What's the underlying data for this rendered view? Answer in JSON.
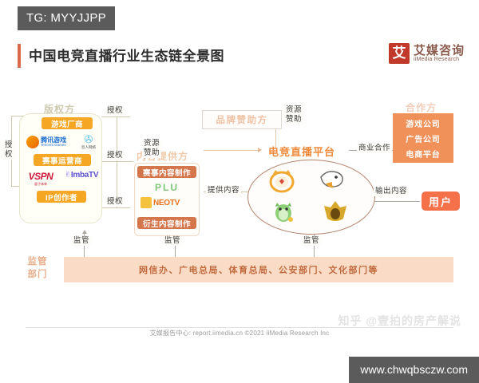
{
  "tag": {
    "label": "TG: MYYJJPP"
  },
  "header": {
    "title": "中国电竞直播行业生态链全景图",
    "brand_mark": "艾",
    "brand_cn": "艾媒咨询",
    "brand_en": "iiMedia Research",
    "accent_color": "#d96a4a"
  },
  "groups": {
    "copyright": {
      "title": "版权方",
      "items": [
        {
          "label": "游戏厂商"
        },
        {
          "label": "赛事运营商"
        },
        {
          "label": "IP创作者"
        }
      ],
      "logos": [
        {
          "name": "tencent-games-logo",
          "text": "腾讯游戏",
          "sub": "Tencent Games"
        },
        {
          "name": "giant-network-logo",
          "text": "巨人网络"
        },
        {
          "name": "vspn-logo",
          "text": "VSPN"
        },
        {
          "name": "imbatv-logo",
          "text": "ImbaTV"
        }
      ]
    },
    "content_provider": {
      "title": "内容提供方",
      "items": [
        {
          "label": "赛事内容制作"
        },
        {
          "label": "衍生内容制作"
        }
      ],
      "logos": [
        {
          "name": "plu-logo",
          "text": "PLU"
        },
        {
          "name": "neotv-logo",
          "text": "NEOTV"
        }
      ]
    },
    "brand_sponsor": {
      "title": "品牌赞助方"
    },
    "platform": {
      "title": "电竞直播平台",
      "logos": [
        {
          "name": "huya-logo",
          "text": "虎牙"
        },
        {
          "name": "douyu-logo",
          "text": "斗鱼"
        },
        {
          "name": "penguin-esports-logo",
          "text": "企鹅电竞"
        },
        {
          "name": "crown-platform-logo",
          "text": "王者"
        }
      ]
    },
    "partner": {
      "title": "合作方",
      "items": [
        "游戏公司",
        "广告公司",
        "电商平台"
      ]
    },
    "users": {
      "label": "用户"
    },
    "regulator": {
      "label": "监管\n部门",
      "label_line1": "监管",
      "label_line2": "部门",
      "bar_text": "网信办、广电总局、体育总局、公安部门、文化部门等"
    }
  },
  "arrows": {
    "auth_left": "授\n权",
    "auth_left_l1": "授",
    "auth_left_l2": "权",
    "auth_1": "授权",
    "auth_2": "授权",
    "auth_3": "授权",
    "resource_sponsor_1_l1": "资源",
    "resource_sponsor_1_l2": "赞助",
    "resource_sponsor_2_l1": "资源",
    "resource_sponsor_2_l2": "赞助",
    "provide_content": "提供内容",
    "business_cooperation": "商业合作",
    "output_content": "输出内容",
    "supervise_1": "监管",
    "supervise_2": "监管",
    "supervise_3": "监管"
  },
  "footer": {
    "text": "艾媒报告中心: report.iimedia.cn ©2021  iiMedia Research Inc",
    "watermark": "知乎 @壹拍的房产解说",
    "url": "www.chwqbsczw.com"
  }
}
